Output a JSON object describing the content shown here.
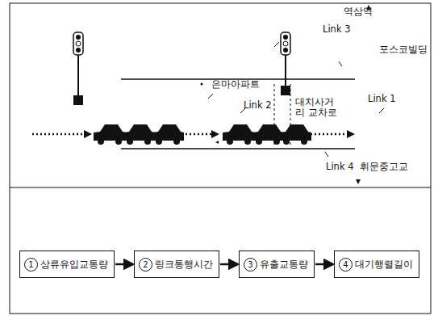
{
  "diagram": {
    "nodes": [
      {
        "text": [
          "1",
          "상류유입교통량"
        ]
      },
      {
        "text": [
          "2",
          "링크통행시간"
        ]
      },
      {
        "text": [
          "3",
          "유출교통량"
        ]
      },
      {
        "text": [
          "4",
          "대기행렬길이"
        ]
      }
    ],
    "edges": [
      {
        "from": 0,
        "to": 1,
        "arrow": "to"
      },
      {
        "from": 1,
        "to": 2,
        "arrow": "to"
      },
      {
        "from": 2,
        "to": 3,
        "arrow": "to"
      }
    ],
    "labels": [
      "역삼역",
      "Link 3",
      "포스코빌딩",
      "은마아파트",
      "Link 2",
      "대치사거리 교차로",
      "Link 1",
      "Link 4",
      "휘문중고교"
    ]
  }
}
